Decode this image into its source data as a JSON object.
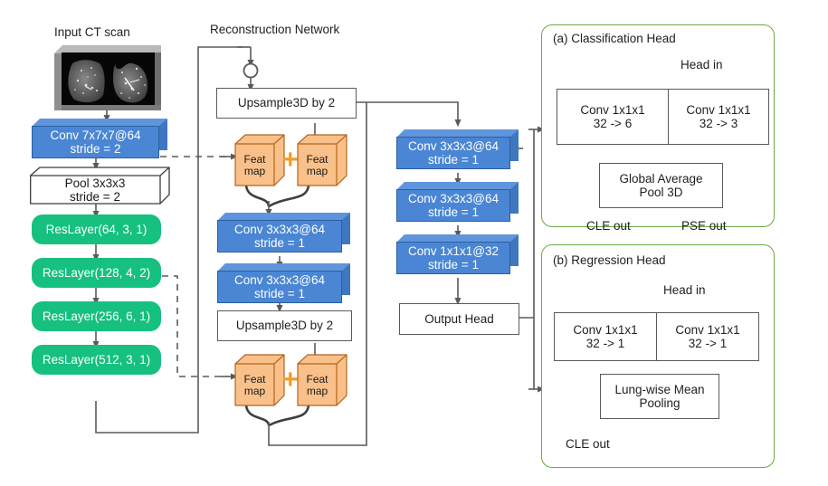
{
  "figure": {
    "input_label": "Input CT scan",
    "reconstruction_title": "Reconstruction Network"
  },
  "backbone": {
    "conv1": {
      "line1": "Conv 7x7x7@64",
      "line2": "stride = 2"
    },
    "pool": {
      "line1": "Pool 3x3x3",
      "line2": "stride = 2"
    },
    "reslayers": [
      {
        "label": "ResLayer(64, 3, 1)"
      },
      {
        "label": "ResLayer(128, 4, 2)"
      },
      {
        "label": "ResLayer(256, 6, 1)"
      },
      {
        "label": "ResLayer(512, 3, 1)"
      }
    ]
  },
  "reconstruction": {
    "upsample_top": "Upsample3D by 2",
    "upsample_bottom": "Upsample3D by 2",
    "featmap": {
      "line1": "Feat",
      "line2": "map"
    },
    "plus_symbol": "+",
    "conv_a": {
      "line1": "Conv 3x3x3@64",
      "line2": "stride = 1"
    },
    "conv_b": {
      "line1": "Conv 3x3x3@64",
      "line2": "stride = 1"
    }
  },
  "decoder": {
    "conv1": {
      "line1": "Conv 3x3x3@64",
      "line2": "stride = 1"
    },
    "conv2": {
      "line1": "Conv 3x3x3@64",
      "line2": "stride = 1"
    },
    "conv3": {
      "line1": "Conv 1x1x1@32",
      "line2": "stride = 1"
    },
    "output_head": "Output Head"
  },
  "classification_head": {
    "title": "(a) Classification Head",
    "head_in": "Head in",
    "conv_left": {
      "line1": "Conv 1x1x1",
      "line2": "32 -> 6"
    },
    "conv_right": {
      "line1": "Conv 1x1x1",
      "line2": "32 -> 3"
    },
    "pool": {
      "line1": "Global Average",
      "line2": "Pool 3D"
    },
    "out_left": "CLE out",
    "out_right": "PSE out"
  },
  "regression_head": {
    "title": "(b) Regression Head",
    "head_in": "Head in",
    "conv_left": {
      "line1": "Conv 1x1x1",
      "line2": "32 -> 1"
    },
    "conv_right": {
      "line1": "Conv 1x1x1",
      "line2": "32 -> 1"
    },
    "pool": {
      "line1": "Lung-wise Mean",
      "line2": "Pooling"
    },
    "out_left": "CLE out"
  },
  "colors": {
    "conv_blue": "#4a86d4",
    "reslayer_green": "#16c07e",
    "featmap_orange": "#fac08a",
    "plus_orange": "#f59b28",
    "panel_green": "#6aab46",
    "wire_gray": "#5a5a5a"
  }
}
